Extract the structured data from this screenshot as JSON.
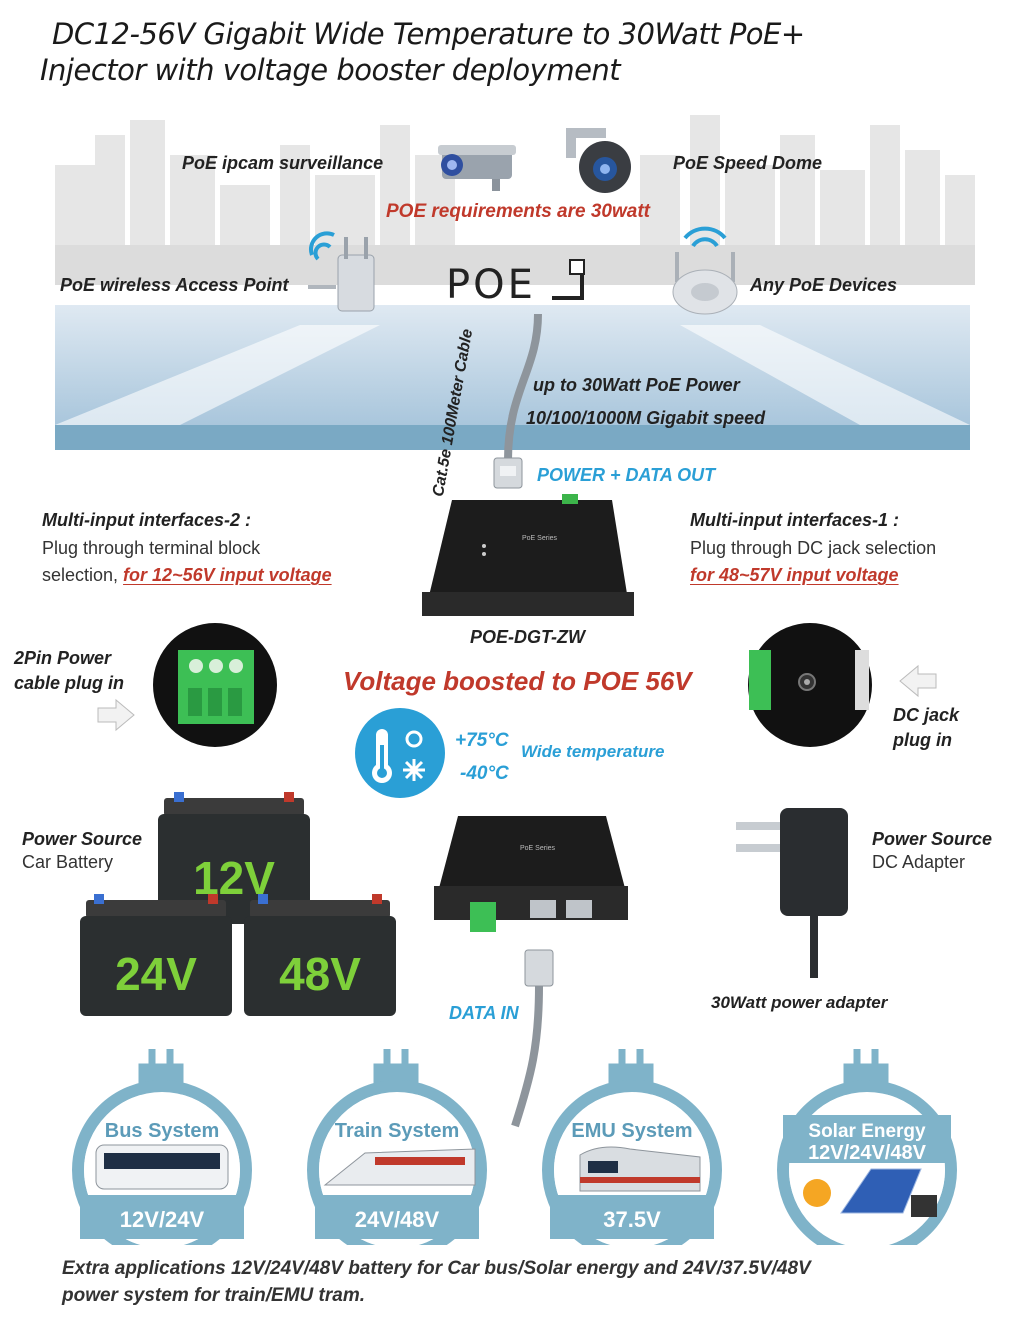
{
  "title": {
    "line1": "DC12-56V Gigabit Wide Temperature to 30Watt PoE+",
    "line2": "Injector with voltage booster deployment"
  },
  "top": {
    "ipcam": "PoE ipcam surveillance",
    "dome": "PoE Speed Dome",
    "requirement": "POE requirements are 30watt",
    "ap": "PoE wireless Access Point",
    "any": "Any PoE Devices",
    "poe_logo": "POE",
    "cable": "Cat.5e 100Meter Cable",
    "power_line": "up to 30Watt PoE Power",
    "speed_line": "10/100/1000M Gigabit speed",
    "power_data_out": "POWER + DATA OUT"
  },
  "middle": {
    "multi2_title": "Multi-input interfaces-2 :",
    "multi2_line1": "Plug through terminal block",
    "multi2_line2_prefix": "selection, ",
    "multi2_line2_link": "for 12~56V input voltage",
    "multi1_title": "Multi-input interfaces-1 :",
    "multi1_line1": "Plug through DC jack selection",
    "multi1_link": "for 48~57V input voltage",
    "model": "POE-DGT-ZW",
    "pin_label_1": "2Pin Power",
    "pin_label_2": "cable plug in",
    "boosted": "Voltage boosted to POE 56V",
    "dc_jack_1": "DC jack",
    "dc_jack_2": "plug in",
    "temp_high": "+75°C",
    "temp_low": "-40°C",
    "wide_temp": "Wide temperature",
    "device_brand": "PoE Series"
  },
  "power": {
    "battery_title": "Power Source",
    "battery_sub": "Car Battery",
    "adapter_title": "Power Source",
    "adapter_sub": "DC Adapter",
    "batteries": [
      "12V",
      "24V",
      "48V"
    ],
    "adapter_caption": "30Watt power adapter",
    "data_in": "DATA IN"
  },
  "applications": [
    {
      "name": "Bus System",
      "voltage": "12V/24V"
    },
    {
      "name": "Train System",
      "voltage": "24V/48V"
    },
    {
      "name": "EMU System",
      "voltage": "37.5V"
    },
    {
      "name": "Solar Energy",
      "voltage": "12V/24V/48V"
    }
  ],
  "footer": {
    "line1": "Extra applications 12V/24V/48V battery for Car bus/Solar energy and 24V/37.5V/48V",
    "line2": "power system for train/EMU tram."
  },
  "colors": {
    "accent_blue": "#2a9fd6",
    "accent_red": "#c0392b",
    "app_circle": "#7fb3c9",
    "battery_green": "#7ed03a"
  }
}
